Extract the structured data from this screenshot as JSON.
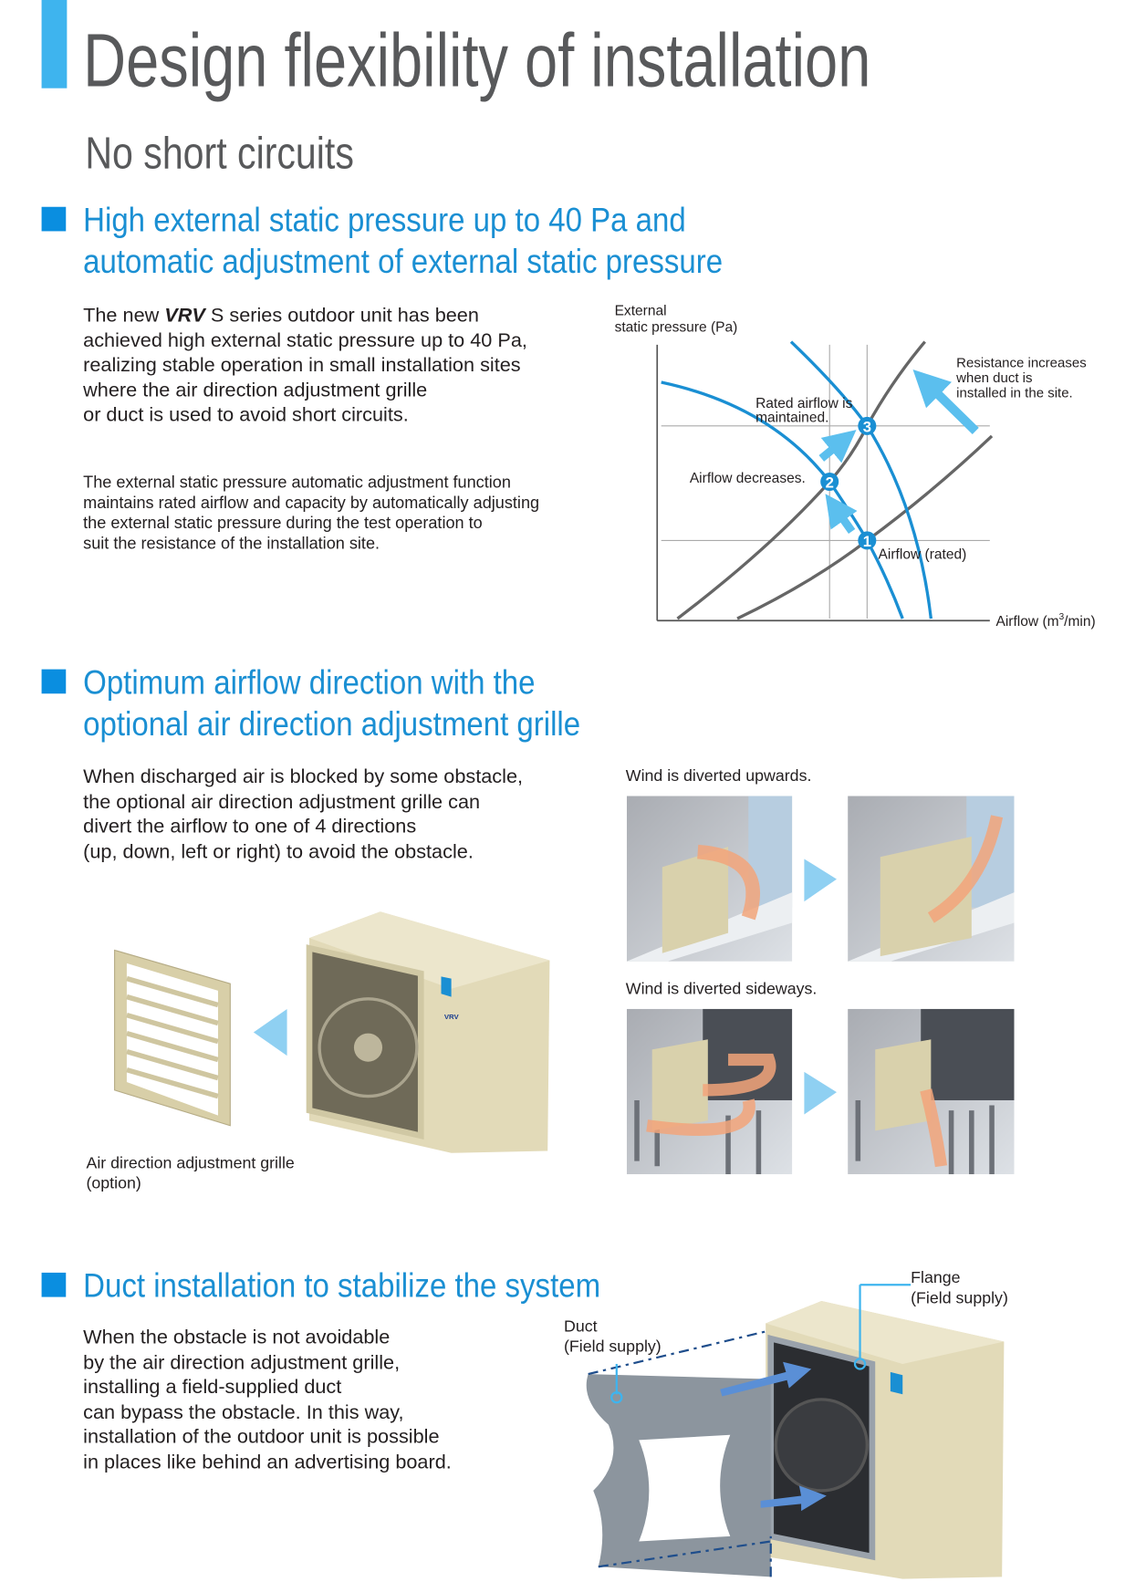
{
  "header": {
    "title": "Design flexibility of installation",
    "subtitle": "No short circuits"
  },
  "section1": {
    "heading_line1": "High external static pressure up to 40 Pa and",
    "heading_line2": "automatic adjustment of external static pressure",
    "para1_prefix": "The new ",
    "para1_brand": "VRV",
    "para1_line1_rest": " S series outdoor unit has been",
    "para1_lines": [
      "achieved high external static pressure up to 40 Pa,",
      "realizing stable operation in small installation sites",
      "where the air direction adjustment grille",
      "or duct is used to avoid short circuits."
    ],
    "para2_lines": [
      "The external static pressure automatic adjustment function",
      "maintains rated airflow and capacity by automatically adjusting",
      "the external static pressure during the test operation to",
      "suit the resistance of the installation site."
    ],
    "diagram": {
      "ylabel_line1": "External",
      "ylabel_line2": "static pressure (Pa)",
      "xlabel_prefix": "Airflow (m",
      "xlabel_sup": "3",
      "xlabel_suffix": "/min)",
      "rated_maintained_line1": "Rated airflow is",
      "rated_maintained_line2": "maintained.",
      "airflow_decreases": "Airflow decreases.",
      "airflow_rated": "Airflow (rated)",
      "resistance_line1": "Resistance increases",
      "resistance_line2": "when duct is",
      "resistance_line3": "installed in the site.",
      "points": [
        "1",
        "2",
        "3"
      ],
      "colors": {
        "fan_curve": "#1a8fd3",
        "resistance_curve": "#58595b",
        "arrow": "#5bbfee"
      }
    }
  },
  "section2": {
    "heading_line1": "Optimum airflow direction with the",
    "heading_line2": "optional air direction adjustment grille",
    "para_lines": [
      "When discharged air is blocked by some obstacle,",
      "the optional air direction adjustment grille can",
      "divert the airflow to one of 4 directions",
      "(up, down, left or right) to avoid the obstacle."
    ],
    "grille_caption_line1": "Air direction adjustment grille",
    "grille_caption_line2": "(option)",
    "upwards_label": "Wind is diverted upwards.",
    "sideways_label": "Wind is diverted sideways.",
    "unit_logo": "VRV"
  },
  "section3": {
    "heading": "Duct installation to stabilize the system",
    "para_lines": [
      "When the obstacle is not avoidable",
      "by the air direction adjustment grille,",
      "installing a field-supplied duct",
      "can bypass the obstacle. In this way,",
      "installation of the outdoor unit is possible",
      "in places like behind an advertising board."
    ],
    "duct_label_line1": "Duct",
    "duct_label_line2": "(Field supply)",
    "flange_label_line1": "Flange",
    "flange_label_line2": "(Field supply)"
  },
  "colors": {
    "accent": "#1a8fd3",
    "bar": "#3eb4ee",
    "title": "#58595b"
  }
}
